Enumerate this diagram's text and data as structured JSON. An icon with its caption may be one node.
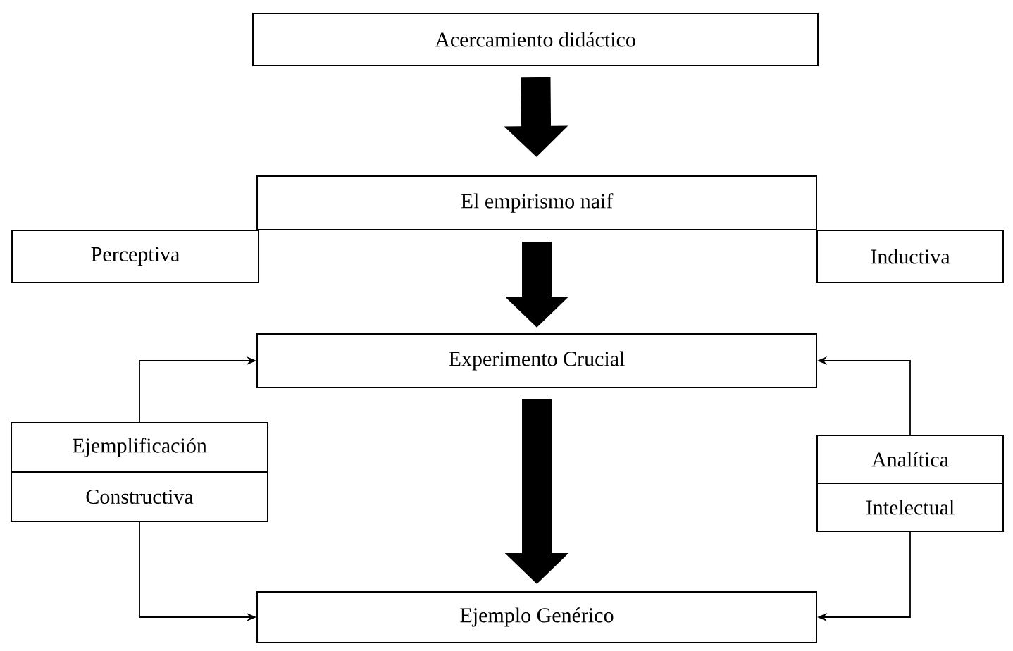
{
  "diagram": {
    "nodes": [
      {
        "text": [
          "Acercamiento didáctico"
        ]
      },
      {
        "text": [
          "El empirismo naif"
        ]
      },
      {
        "text": [
          "Perceptiva"
        ]
      },
      {
        "text": [
          "Inductiva"
        ]
      },
      {
        "text": [
          "Experimento Crucial"
        ]
      },
      {
        "text": [
          "Ejemplificación",
          "Constructiva"
        ]
      },
      {
        "text": [
          "Analítica",
          "Intelectual"
        ]
      },
      {
        "text": [
          "Ejemplo Genérico"
        ]
      }
    ],
    "edges": [
      {
        "from": 0,
        "to": 1,
        "arrow": "to",
        "style": "thick"
      },
      {
        "from": 1,
        "to": 4,
        "arrow": "to",
        "style": "thick"
      },
      {
        "from": 4,
        "to": 7,
        "arrow": "to",
        "style": "thick"
      },
      {
        "from": 5,
        "to": 4,
        "arrow": "to"
      },
      {
        "from": 5,
        "to": 7,
        "arrow": "to"
      },
      {
        "from": 6,
        "to": 4,
        "arrow": "to"
      },
      {
        "from": 6,
        "to": 7,
        "arrow": "to"
      }
    ]
  }
}
